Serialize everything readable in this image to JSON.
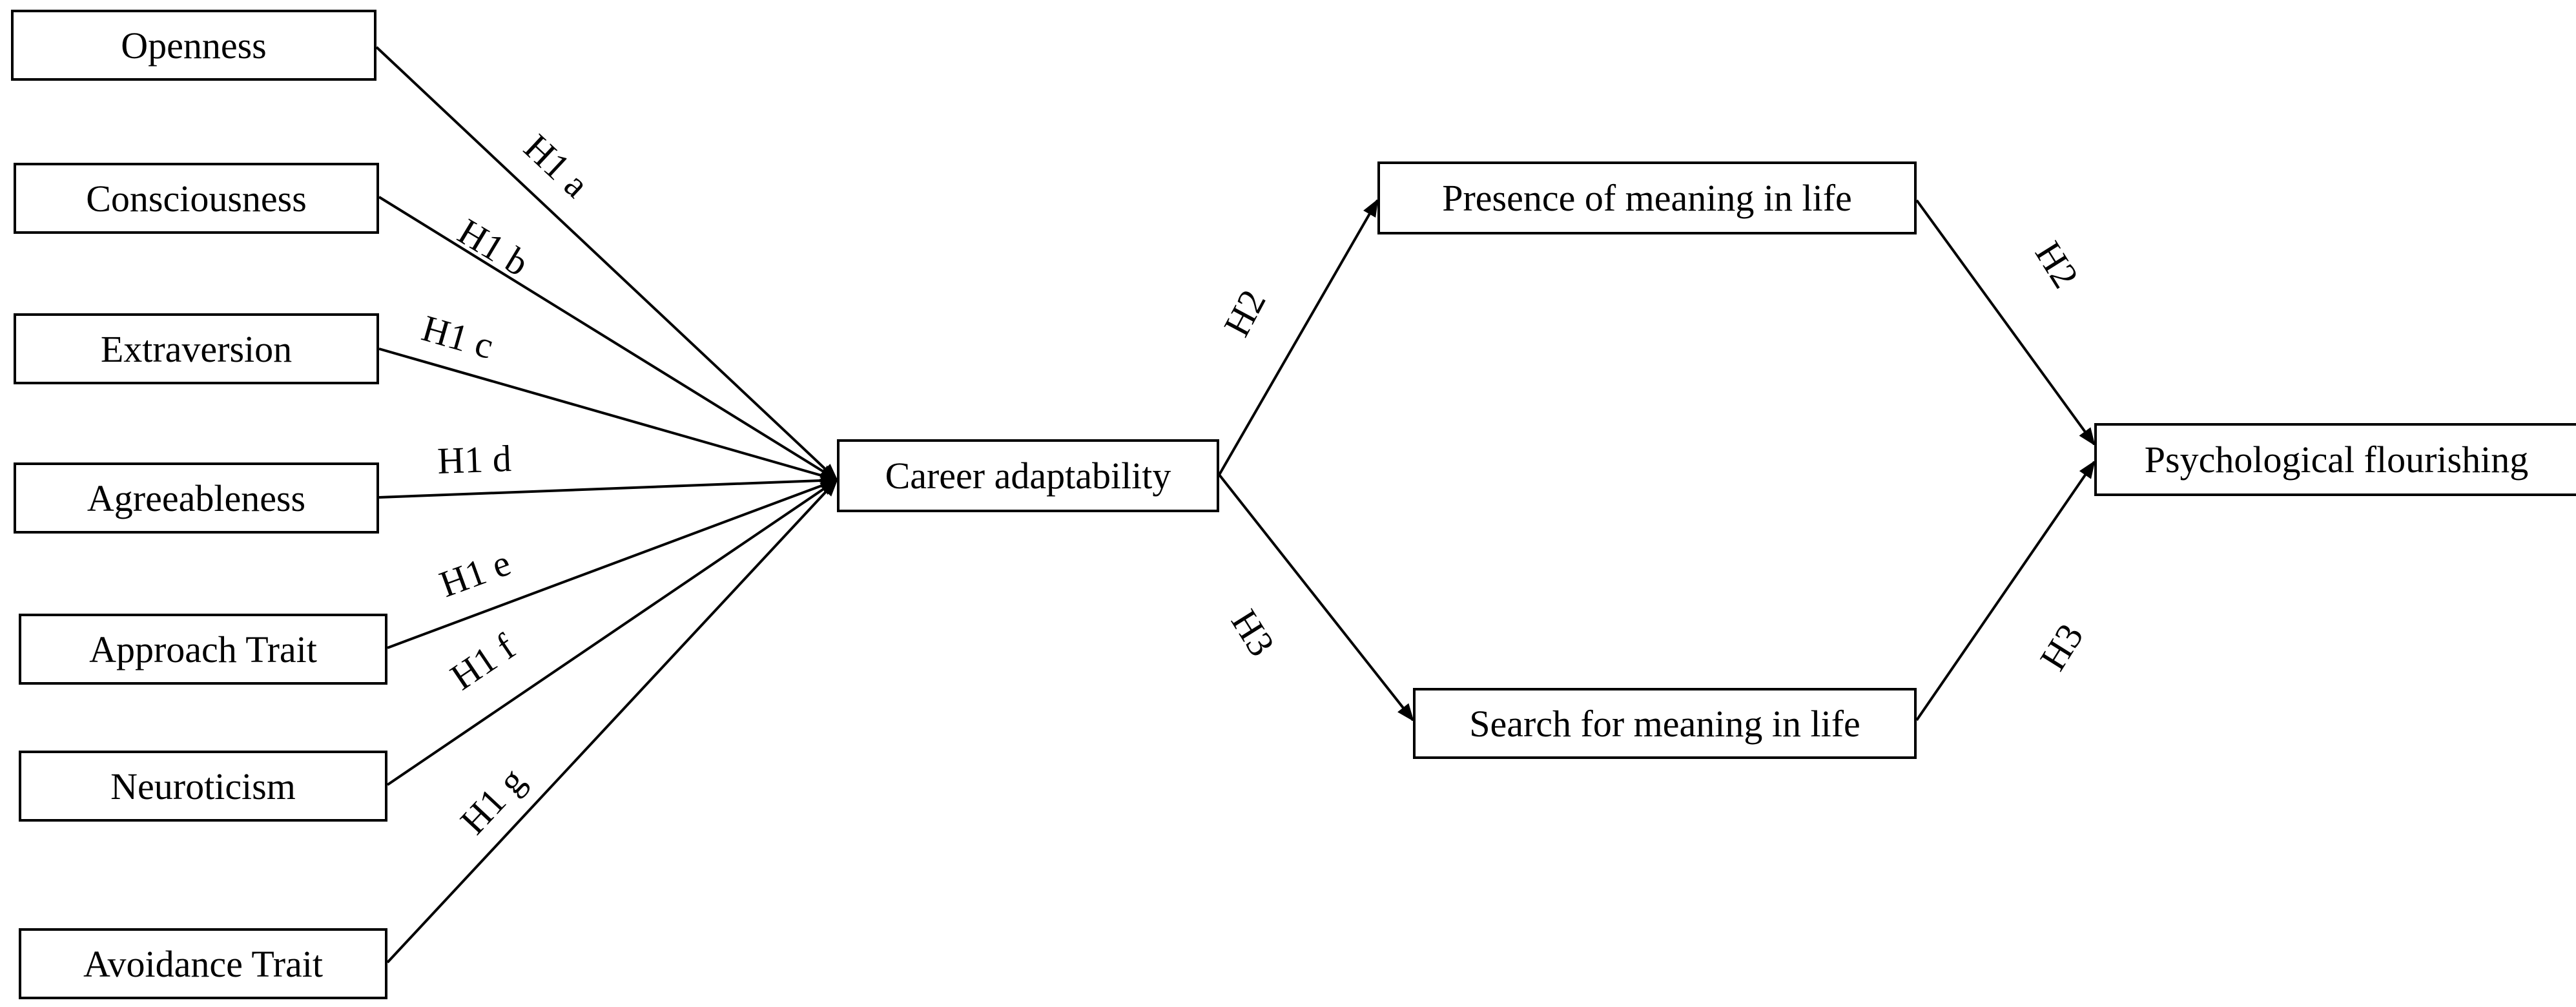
{
  "nodes": {
    "openness": "Openness",
    "consciousness": "Consciousness",
    "extraversion": "Extraversion",
    "agreeableness": "Agreeableness",
    "approach_trait": "Approach Trait",
    "neuroticism": "Neuroticism",
    "avoidance_trait": "Avoidance Trait",
    "career_adaptability": "Career adaptability",
    "presence_of_meaning": "Presence of meaning in life",
    "search_for_meaning": "Search for meaning in life",
    "psychological_flourishing": "Psychological flourishing"
  },
  "hypotheses": {
    "h1a": "H1 a",
    "h1b": "H1 b",
    "h1c": "H1 c",
    "h1d": "H1 d",
    "h1e": "H1 e",
    "h1f": "H1 f",
    "h1g": "H1 g",
    "h2_upper_left": "H2",
    "h3_lower_left": "H3",
    "h2_upper_right": "H2",
    "h3_lower_right": "H3"
  },
  "colors": {
    "stroke": "#000000",
    "background": "#ffffff"
  }
}
